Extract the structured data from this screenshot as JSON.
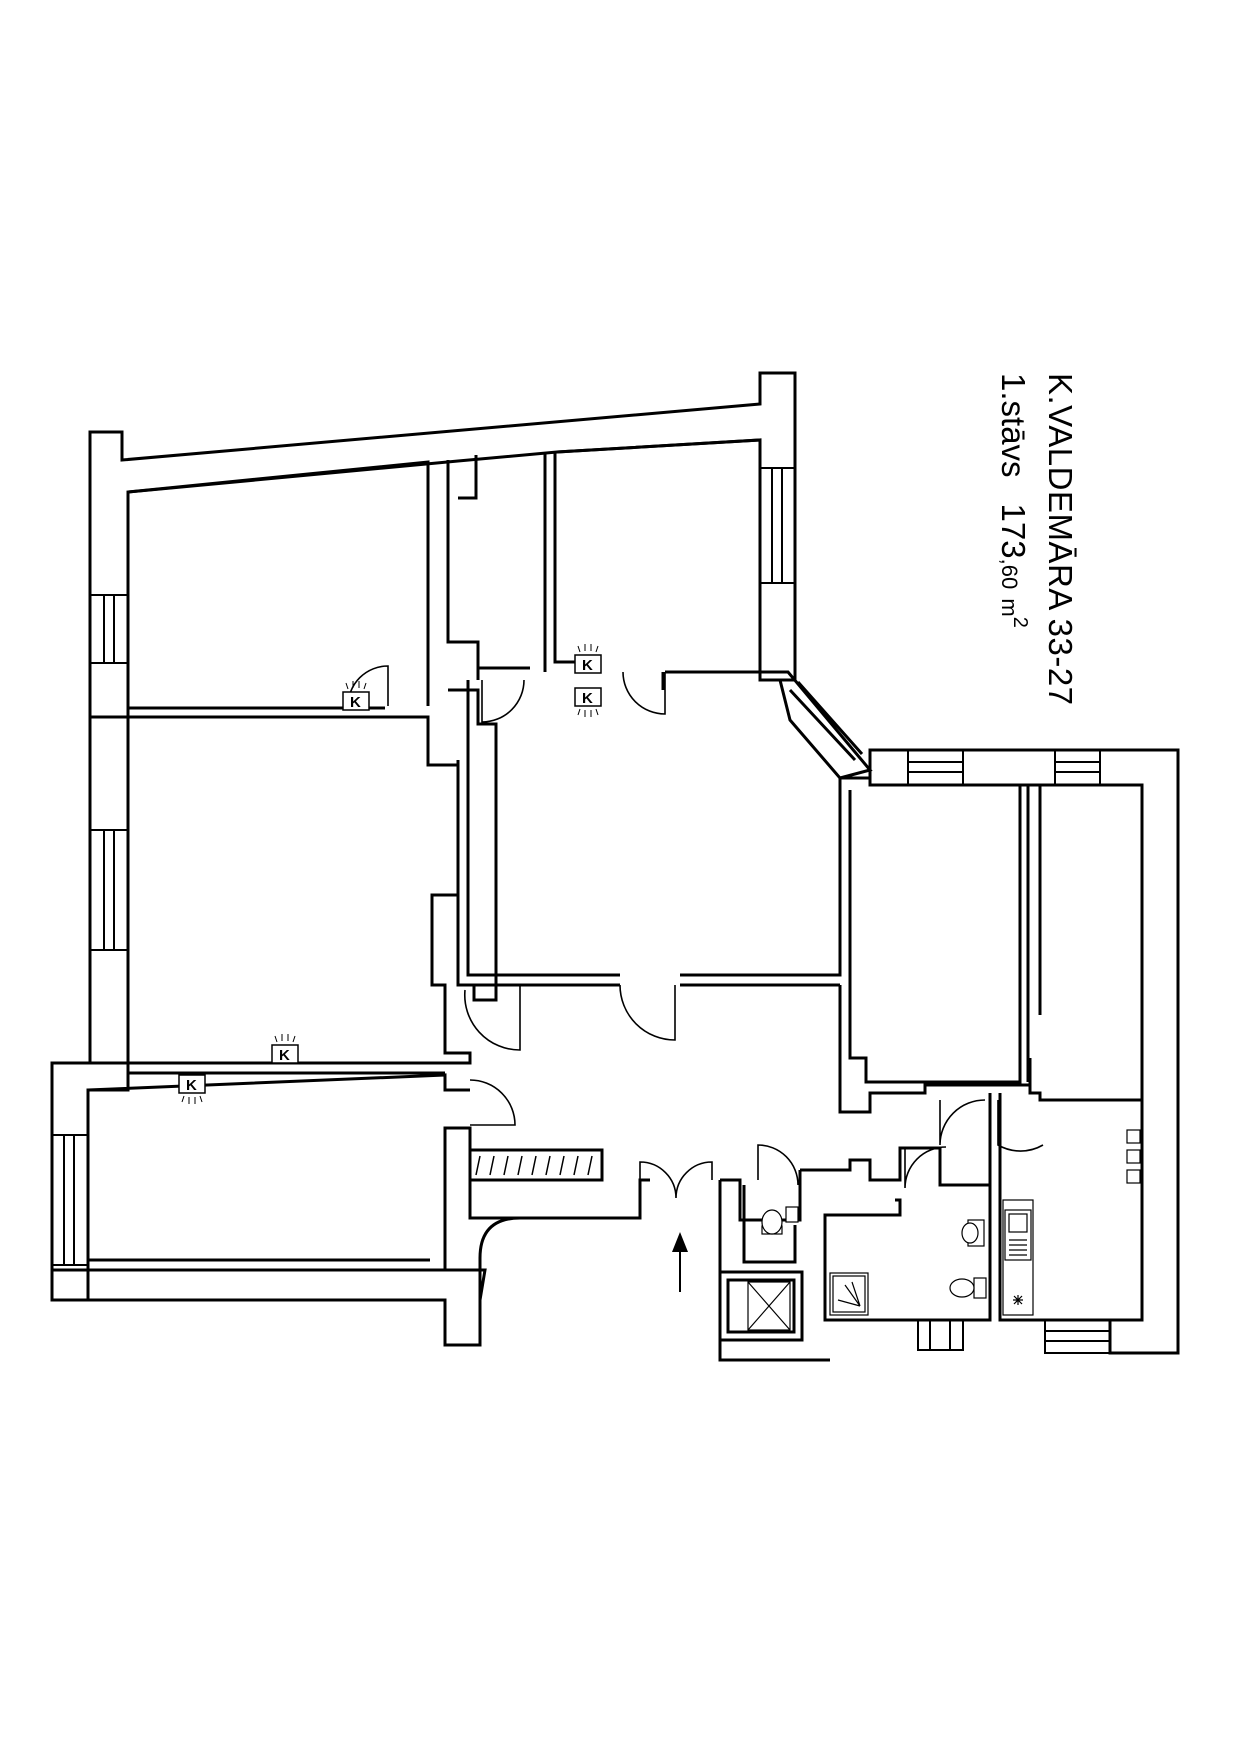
{
  "title": {
    "address": "K.VALDEMĀRA 33-27",
    "floor": "1.stāvs",
    "area_main": "173",
    "area_decimal": ",60",
    "area_unit": "m",
    "area_sup": "2"
  },
  "fireplace_label": "K",
  "colors": {
    "wall_fill": "#ffffff",
    "line": "#000000",
    "background": "#ffffff"
  },
  "icons": [
    "fireplace-icon",
    "entrance-arrow-icon",
    "toilet-icon",
    "sink-icon",
    "shower-icon",
    "stove-icon",
    "kitchen-sink-icon",
    "ventilation-shaft-icon"
  ]
}
